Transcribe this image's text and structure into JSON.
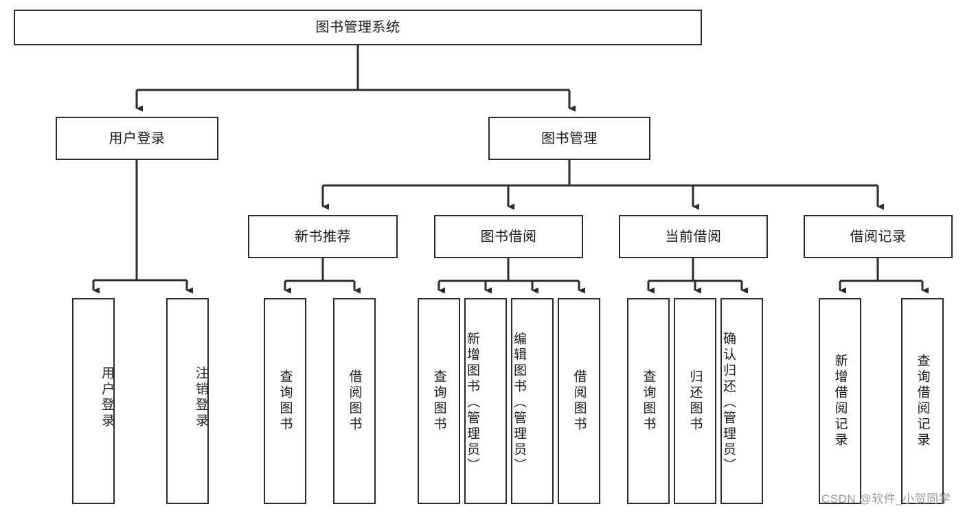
{
  "diagram": {
    "title": "图书管理系统",
    "type": "tree-hierarchy",
    "orientation": "top-down",
    "line_color": "#2b2b2b",
    "box_fill": "#ffffff",
    "text_color": "#1a1a1a",
    "watermark": "CSDN @软件_小贺同学",
    "watermark_color": "#9a9a9a"
  },
  "nodes": {
    "root": {
      "label": "图书管理系统",
      "level": 1
    },
    "l2": [
      {
        "id": "user-login",
        "label": "用户登录",
        "level": 2
      },
      {
        "id": "book-manage",
        "label": "图书管理",
        "level": 2
      }
    ],
    "l3": [
      {
        "id": "new-book-recommend",
        "label": "新书推荐",
        "level": 3
      },
      {
        "id": "book-borrow",
        "label": "图书借阅",
        "level": 3
      },
      {
        "id": "current-borrow",
        "label": "当前借阅",
        "level": 3
      },
      {
        "id": "borrow-record",
        "label": "借阅记录",
        "level": 3
      }
    ],
    "leaves": [
      {
        "id": "leaf-user-login",
        "label": "用户登录",
        "parent": "user-login"
      },
      {
        "id": "leaf-logout",
        "label": "注销登录",
        "parent": "user-login"
      },
      {
        "id": "leaf-query-book-1",
        "label": "查询图书",
        "parent": "new-book-recommend"
      },
      {
        "id": "leaf-borrow-book-1",
        "label": "借阅图书",
        "parent": "new-book-recommend"
      },
      {
        "id": "leaf-query-book-2",
        "label": "查询图书",
        "parent": "book-borrow"
      },
      {
        "id": "leaf-add-book",
        "label": "新增图书（管理员）",
        "parent": "book-borrow"
      },
      {
        "id": "leaf-edit-book",
        "label": "编辑图书（管理员）",
        "parent": "book-borrow"
      },
      {
        "id": "leaf-borrow-book-2",
        "label": "借阅图书",
        "parent": "book-borrow"
      },
      {
        "id": "leaf-query-book-3",
        "label": "查询图书",
        "parent": "current-borrow"
      },
      {
        "id": "leaf-return-book",
        "label": "归还图书",
        "parent": "current-borrow"
      },
      {
        "id": "leaf-confirm-return",
        "label": "确认归还（管理员）",
        "parent": "current-borrow"
      },
      {
        "id": "leaf-add-record",
        "label": "新增借阅记录",
        "parent": "borrow-record"
      },
      {
        "id": "leaf-query-record",
        "label": "查询借阅记录",
        "parent": "borrow-record"
      }
    ]
  }
}
